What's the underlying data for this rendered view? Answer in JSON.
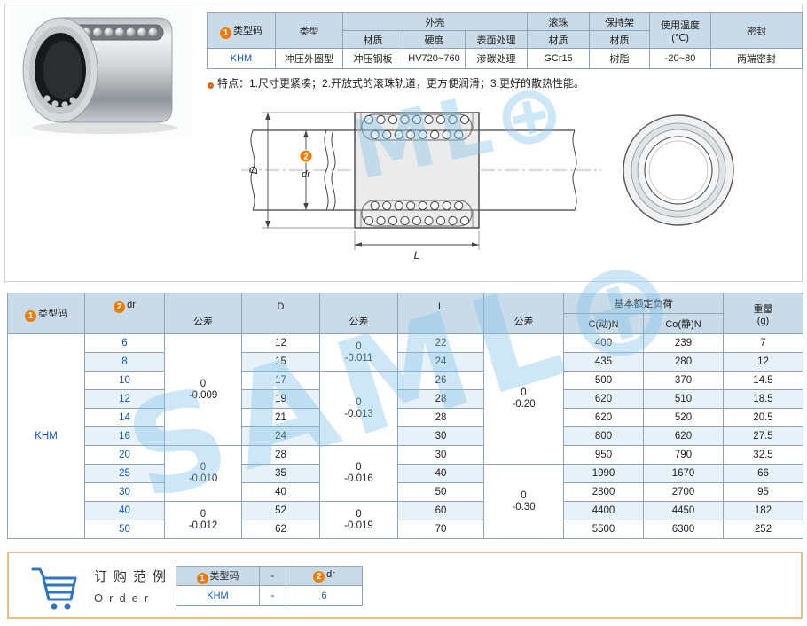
{
  "badges": {
    "one": "1",
    "two": "2"
  },
  "colors": {
    "accent_orange": "#ef7c00",
    "link_blue": "#1157c8",
    "header_bg": "#c9dbe9",
    "row_stripe": "#e7f1f8",
    "table_border": "#8fa3b2",
    "watermark_blue": "#82c3e8"
  },
  "spec_table": {
    "h_type_code": "类型码",
    "h_type": "类型",
    "h_shell": "外壳",
    "h_material": "材质",
    "h_hardness": "硬度",
    "h_surface": "表面处理",
    "h_ball": "滚珠",
    "h_ball_mat": "材质",
    "h_cage": "保持架",
    "h_cage_mat": "材质",
    "h_temp1": "使用温度",
    "h_temp2": "(℃)",
    "h_seal": "密封",
    "v_type_code": "KHM",
    "v_type": "冲压外圈型",
    "v_material": "冲压钢板",
    "v_hardness": "HV720~760",
    "v_surface": "渗碳处理",
    "v_ball_mat": "GCr15",
    "v_cage_mat": "树脂",
    "v_temp": "-20~80",
    "v_seal": "两端密封"
  },
  "features": {
    "text": "特点：1.尺寸更紧凑；2.开放式的滚珠轨道，更方便润滑；3.更好的散热性能。"
  },
  "drawing": {
    "dim_d": "D",
    "dim_dr": "dr",
    "dim_l": "L"
  },
  "watermark": {
    "top": "ML⊕",
    "bottom": "SAML⊕"
  },
  "dim_table": {
    "h_type_code": "类型码",
    "h_dr": "dr",
    "h_tol_dr": "公差",
    "h_d": "D",
    "h_tol_d": "公差",
    "h_l": "L",
    "h_tol_l": "公差",
    "h_load": "基本额定负荷",
    "h_c": "C(动)N",
    "h_co": "Co(静)N",
    "h_w1": "重量",
    "h_w2": "(g)",
    "type_code": "KHM",
    "rows": [
      {
        "dr": "6",
        "d": "12",
        "l": "22",
        "c": "400",
        "co": "239",
        "w": "7"
      },
      {
        "dr": "8",
        "d": "15",
        "l": "24",
        "c": "435",
        "co": "280",
        "w": "12"
      },
      {
        "dr": "10",
        "d": "17",
        "l": "26",
        "c": "500",
        "co": "370",
        "w": "14.5"
      },
      {
        "dr": "12",
        "d": "19",
        "l": "28",
        "c": "620",
        "co": "510",
        "w": "18.5"
      },
      {
        "dr": "14",
        "d": "21",
        "l": "28",
        "c": "620",
        "co": "520",
        "w": "20.5"
      },
      {
        "dr": "16",
        "d": "24",
        "l": "30",
        "c": "800",
        "co": "620",
        "w": "27.5"
      },
      {
        "dr": "20",
        "d": "28",
        "l": "30",
        "c": "950",
        "co": "790",
        "w": "32.5"
      },
      {
        "dr": "25",
        "d": "35",
        "l": "40",
        "c": "1990",
        "co": "1670",
        "w": "66"
      },
      {
        "dr": "30",
        "d": "40",
        "l": "50",
        "c": "2800",
        "co": "2700",
        "w": "95"
      },
      {
        "dr": "40",
        "d": "52",
        "l": "60",
        "c": "4400",
        "co": "4450",
        "w": "182"
      },
      {
        "dr": "50",
        "d": "62",
        "l": "70",
        "c": "5500",
        "co": "6300",
        "w": "252"
      }
    ],
    "dr_tol": [
      {
        "zero": "0",
        "val": "-0.009"
      },
      {
        "zero": "0",
        "val": "-0.010"
      },
      {
        "zero": "0",
        "val": "-0.012"
      }
    ],
    "d_tol": [
      {
        "zero": "0",
        "val": "-0.011"
      },
      {
        "zero": "0",
        "val": "-0.013"
      },
      {
        "zero": "0",
        "val": "-0.016"
      },
      {
        "zero": "0",
        "val": "-0.019"
      }
    ],
    "l_tol": [
      {
        "zero": "0",
        "val": "-0.20"
      },
      {
        "zero": "0",
        "val": "-0.30"
      }
    ]
  },
  "order": {
    "title_cn": "订购范例",
    "title_en": "Order",
    "h_type_code": "类型码",
    "h_dr": "dr",
    "sep": "-",
    "v_type_code": "KHM",
    "v_dr": "6"
  }
}
